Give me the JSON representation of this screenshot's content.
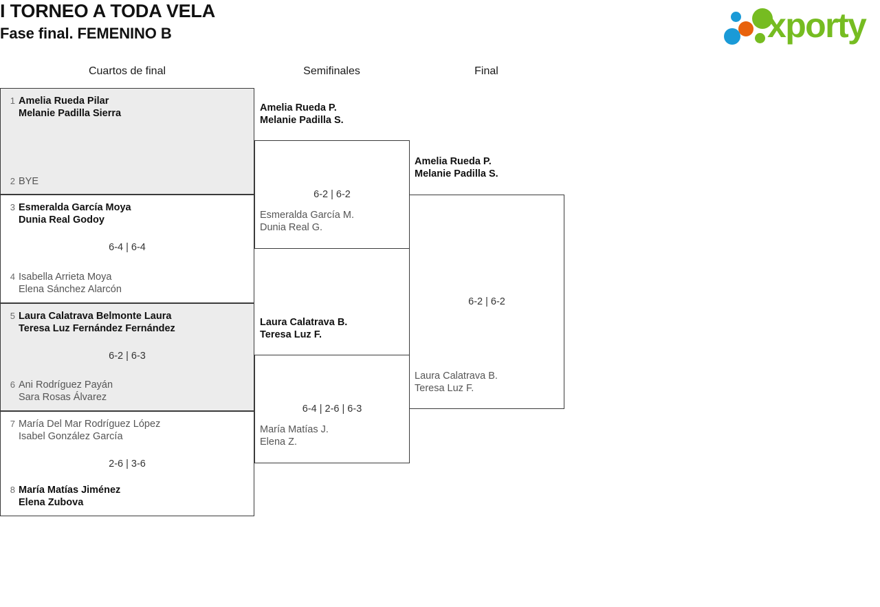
{
  "header": {
    "title_line1": "I TORNEO A TODA VELA",
    "title_line2": "Fase final. FEMENINO B",
    "logo": {
      "wordmark": "xporty",
      "colors": {
        "green": "#76bc21",
        "blue": "#1a9ad7",
        "orange": "#e8620c"
      },
      "dots": [
        {
          "name": "blue-small",
          "color": "#1a9ad7"
        },
        {
          "name": "orange",
          "color": "#e8620c"
        },
        {
          "name": "green-large",
          "color": "#76bc21"
        },
        {
          "name": "blue-large",
          "color": "#1a9ad7"
        },
        {
          "name": "green-small",
          "color": "#76bc21"
        }
      ]
    }
  },
  "rounds": [
    {
      "key": "quarterfinals",
      "label": "Cuartos de final"
    },
    {
      "key": "semifinals",
      "label": "Semifinales"
    },
    {
      "key": "final",
      "label": "Final"
    }
  ],
  "quarterfinals": [
    {
      "shaded": true,
      "score": "",
      "top": {
        "seed": "1",
        "player1": "Amelia Rueda Pilar",
        "player2": "Melanie Padilla Sierra",
        "winner": true
      },
      "bottom": {
        "seed": "2",
        "player1": "BYE",
        "player2": "",
        "winner": false
      }
    },
    {
      "shaded": false,
      "score": "6-4 | 6-4",
      "top": {
        "seed": "3",
        "player1": "Esmeralda García Moya",
        "player2": "Dunia Real Godoy",
        "winner": true
      },
      "bottom": {
        "seed": "4",
        "player1": "Isabella Arrieta Moya",
        "player2": "Elena Sánchez Alarcón",
        "winner": false
      }
    },
    {
      "shaded": true,
      "score": "6-2 | 6-3",
      "top": {
        "seed": "5",
        "player1": "Laura Calatrava Belmonte Laura",
        "player2": "Teresa Luz Fernández Fernández",
        "winner": true
      },
      "bottom": {
        "seed": "6",
        "player1": "Ani Rodríguez Payán",
        "player2": "Sara Rosas Álvarez",
        "winner": false
      }
    },
    {
      "shaded": false,
      "score": "2-6 | 3-6",
      "top": {
        "seed": "7",
        "player1": "María Del Mar Rodríguez López",
        "player2": "Isabel González García",
        "winner": false
      },
      "bottom": {
        "seed": "8",
        "player1": "María Matías Jiménez",
        "player2": "Elena Zubova",
        "winner": true
      }
    }
  ],
  "semifinals": [
    {
      "score": "6-2 | 6-2",
      "top": {
        "player1": "Amelia Rueda P.",
        "player2": "Melanie Padilla S.",
        "winner": true
      },
      "bottom": {
        "player1": "Esmeralda García M.",
        "player2": "Dunia Real G.",
        "winner": false
      }
    },
    {
      "score": "6-4 | 2-6 | 6-3",
      "top": {
        "player1": "Laura Calatrava B.",
        "player2": "Teresa Luz F.",
        "winner": true
      },
      "bottom": {
        "player1": "María Matías J.",
        "player2": "Elena Z.",
        "winner": false
      }
    }
  ],
  "final": {
    "score": "6-2 | 6-2",
    "top": {
      "player1": "Amelia Rueda P.",
      "player2": "Melanie Padilla S.",
      "winner": true
    },
    "bottom": {
      "player1": "Laura Calatrava B.",
      "player2": "Teresa Luz F.",
      "winner": false
    }
  }
}
